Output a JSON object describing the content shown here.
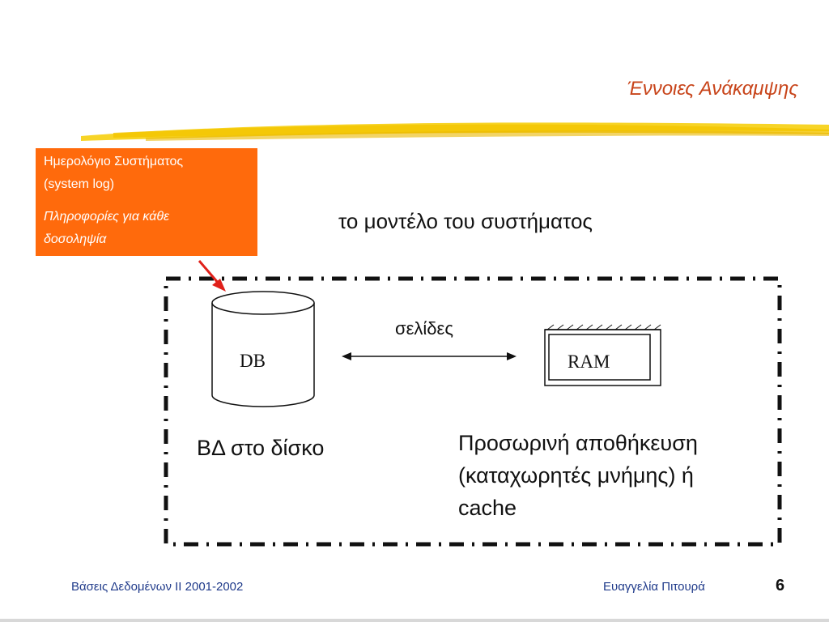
{
  "slide": {
    "title": "Έννοιες  Ανάκαμψης",
    "page_number": "6"
  },
  "log_box": {
    "line1": "Ημερολόγιο Συστήματος",
    "line2": "(system log)",
    "line3": "Πληροφορίες για κάθε",
    "line4": "δοσοληψία"
  },
  "diagram": {
    "title": "το μοντέλο του συστήματος",
    "db_label": "DB",
    "ram_label": "RAM",
    "pages_label": "σελίδες",
    "disk_caption": "ΒΔ στο δίσκο",
    "cache_caption": {
      "line1": "Προσωρινή αποθήκευση",
      "line2": "(καταχωρητές μνήμης) ή",
      "line3": "cache"
    }
  },
  "footer": {
    "left": "Βάσεις Δεδομένων ΙΙ 2001-2002",
    "right": "Ευαγγελία  Πιτουρά"
  },
  "colors": {
    "title": "#c8451b",
    "log_box": "#ff6a0c",
    "arrow_red": "#e0201a",
    "swoosh": "#f2c400",
    "footer_text": "#1f3a8a"
  }
}
